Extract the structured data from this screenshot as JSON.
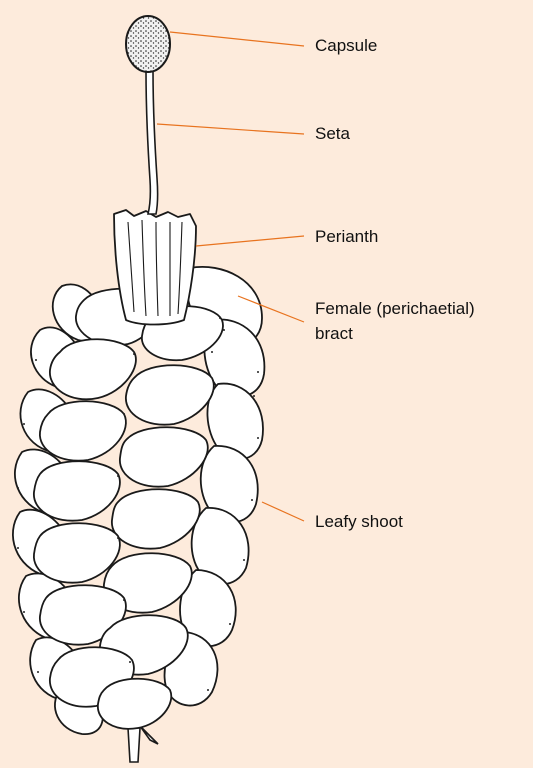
{
  "labels": {
    "capsule": "Capsule",
    "seta": "Seta",
    "perianth": "Perianth",
    "bract_line1": "Female (perichaetial)",
    "bract_line2": "bract",
    "leafy_shoot": "Leafy shoot"
  },
  "colors": {
    "background": "#fdebdc",
    "leader_line": "#e8731f",
    "outline": "#1a1a1a",
    "leaf_fill": "#ffffff",
    "text": "#111111"
  }
}
